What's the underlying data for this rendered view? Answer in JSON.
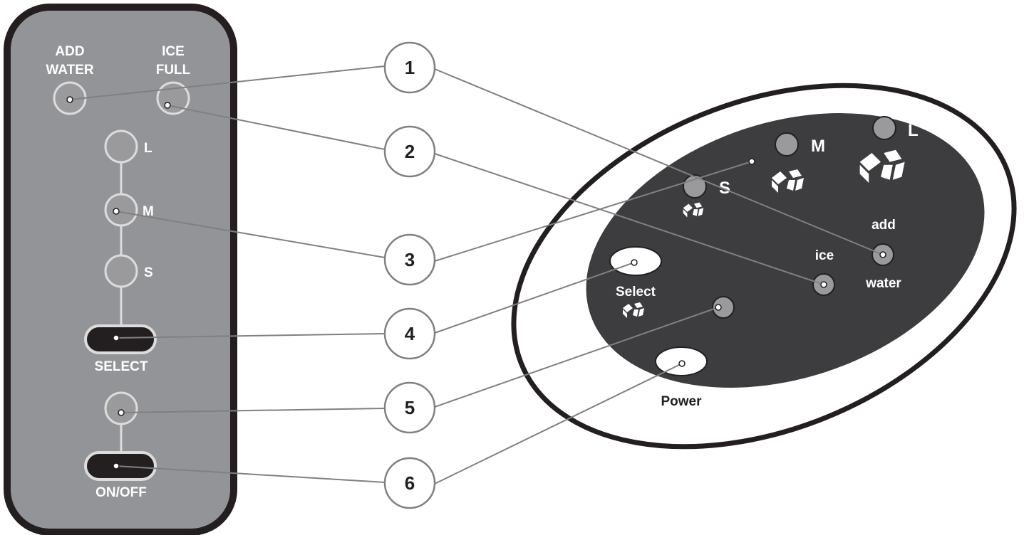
{
  "left_panel": {
    "add_water_label": [
      "ADD",
      "WATER"
    ],
    "ice_full_label": [
      "ICE",
      "FULL"
    ],
    "size_l_label": "L",
    "size_m_label": "M",
    "size_s_label": "S",
    "select_label": "SELECT",
    "onoff_label": "ON/OFF"
  },
  "callouts": [
    "1",
    "2",
    "3",
    "4",
    "5",
    "6"
  ],
  "right_panel": {
    "size_l_label": "L",
    "size_m_label": "M",
    "size_s_label": "S",
    "add_label": "add",
    "water_label": "water",
    "ice_label": "ice",
    "select_label": "Select",
    "power_label": "Power"
  },
  "icons": {
    "ice_cubes": "ice-cubes-icon"
  },
  "colors": {
    "left_panel_fill": "#929497",
    "panel_border": "#231f20",
    "indicator_fill": "#9a9a9c",
    "oval_fill": "#3d3d3f",
    "label_white": "#ffffff",
    "leader_line": "#808082"
  }
}
